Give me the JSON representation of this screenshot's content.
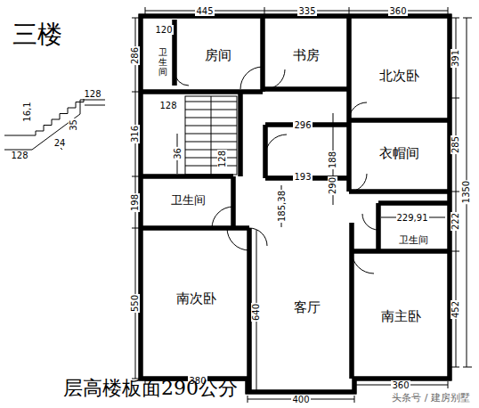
{
  "diagram": {
    "title": "三楼",
    "nodes": [
      {
        "text": [
          "卫生间"
        ]
      },
      {
        "text": [
          "房间"
        ]
      },
      {
        "text": [
          "书房"
        ]
      },
      {
        "text": [
          "北次卧"
        ]
      },
      {
        "text": [
          "衣帽间"
        ]
      },
      {
        "text": [
          "卫生间"
        ]
      },
      {
        "text": [
          "卫生间"
        ]
      },
      {
        "text": [
          "南次卧"
        ]
      },
      {
        "text": [
          "客厅"
        ]
      },
      {
        "text": [
          "南主卧"
        ]
      }
    ],
    "labels": [
      "445",
      "335",
      "360",
      "286",
      "316",
      "198",
      "550",
      "391",
      "285",
      "222",
      "452",
      "1350",
      "380",
      "400",
      "360",
      "120",
      "128",
      "36",
      "128",
      "296",
      "188",
      "193",
      "290",
      "185,38",
      "229,91",
      "640",
      "16,1",
      "128",
      "35",
      "24",
      "128",
      "层高楼板面290公分",
      "头条号 / 建房别墅"
    ]
  }
}
